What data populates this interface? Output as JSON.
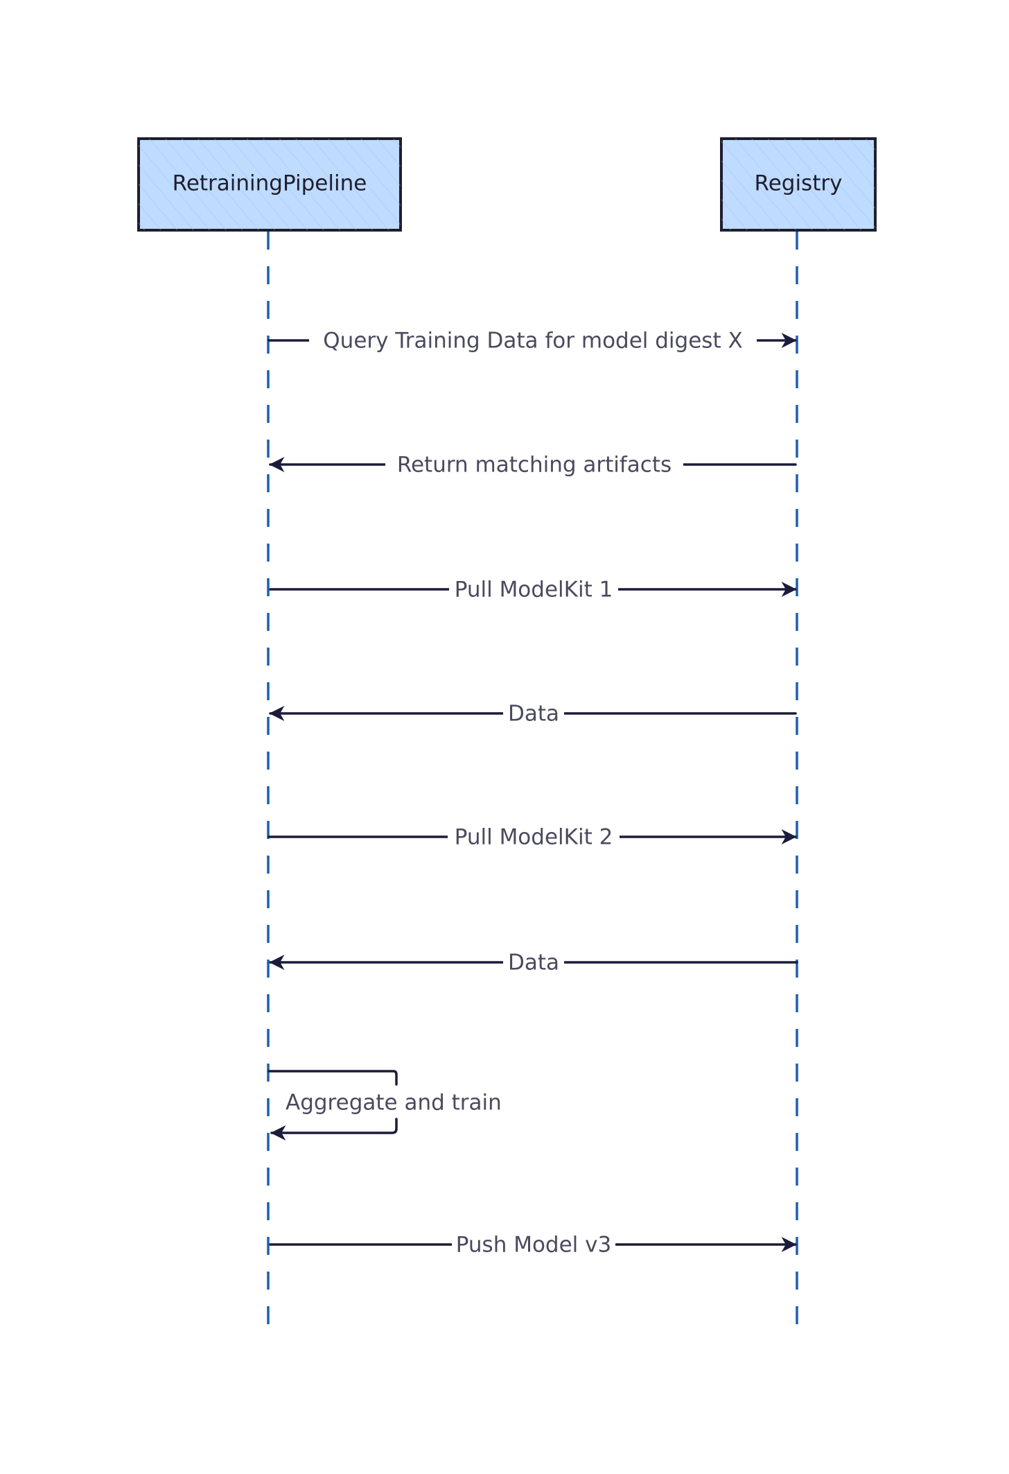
{
  "participants": [
    {
      "id": "pipeline",
      "label": "RetrainingPipeline"
    },
    {
      "id": "registry",
      "label": "Registry"
    }
  ],
  "messages": [
    {
      "from": "pipeline",
      "to": "registry",
      "label": "Query Training Data for model digest X"
    },
    {
      "from": "registry",
      "to": "pipeline",
      "label": "Return matching artifacts"
    },
    {
      "from": "pipeline",
      "to": "registry",
      "label": "Pull ModelKit 1"
    },
    {
      "from": "registry",
      "to": "pipeline",
      "label": "Data"
    },
    {
      "from": "pipeline",
      "to": "registry",
      "label": "Pull ModelKit 2"
    },
    {
      "from": "registry",
      "to": "pipeline",
      "label": "Data"
    },
    {
      "from": "pipeline",
      "to": "pipeline",
      "label": "Aggregate and train"
    },
    {
      "from": "pipeline",
      "to": "registry",
      "label": "Push Model v3"
    }
  ],
  "colors": {
    "participant_fill": "#bfdbfe",
    "participant_stroke": "#1e1e2e",
    "lifeline": "#1c5fb0",
    "arrow": "#1b1b3a",
    "label_text": "#4a4a5e"
  }
}
